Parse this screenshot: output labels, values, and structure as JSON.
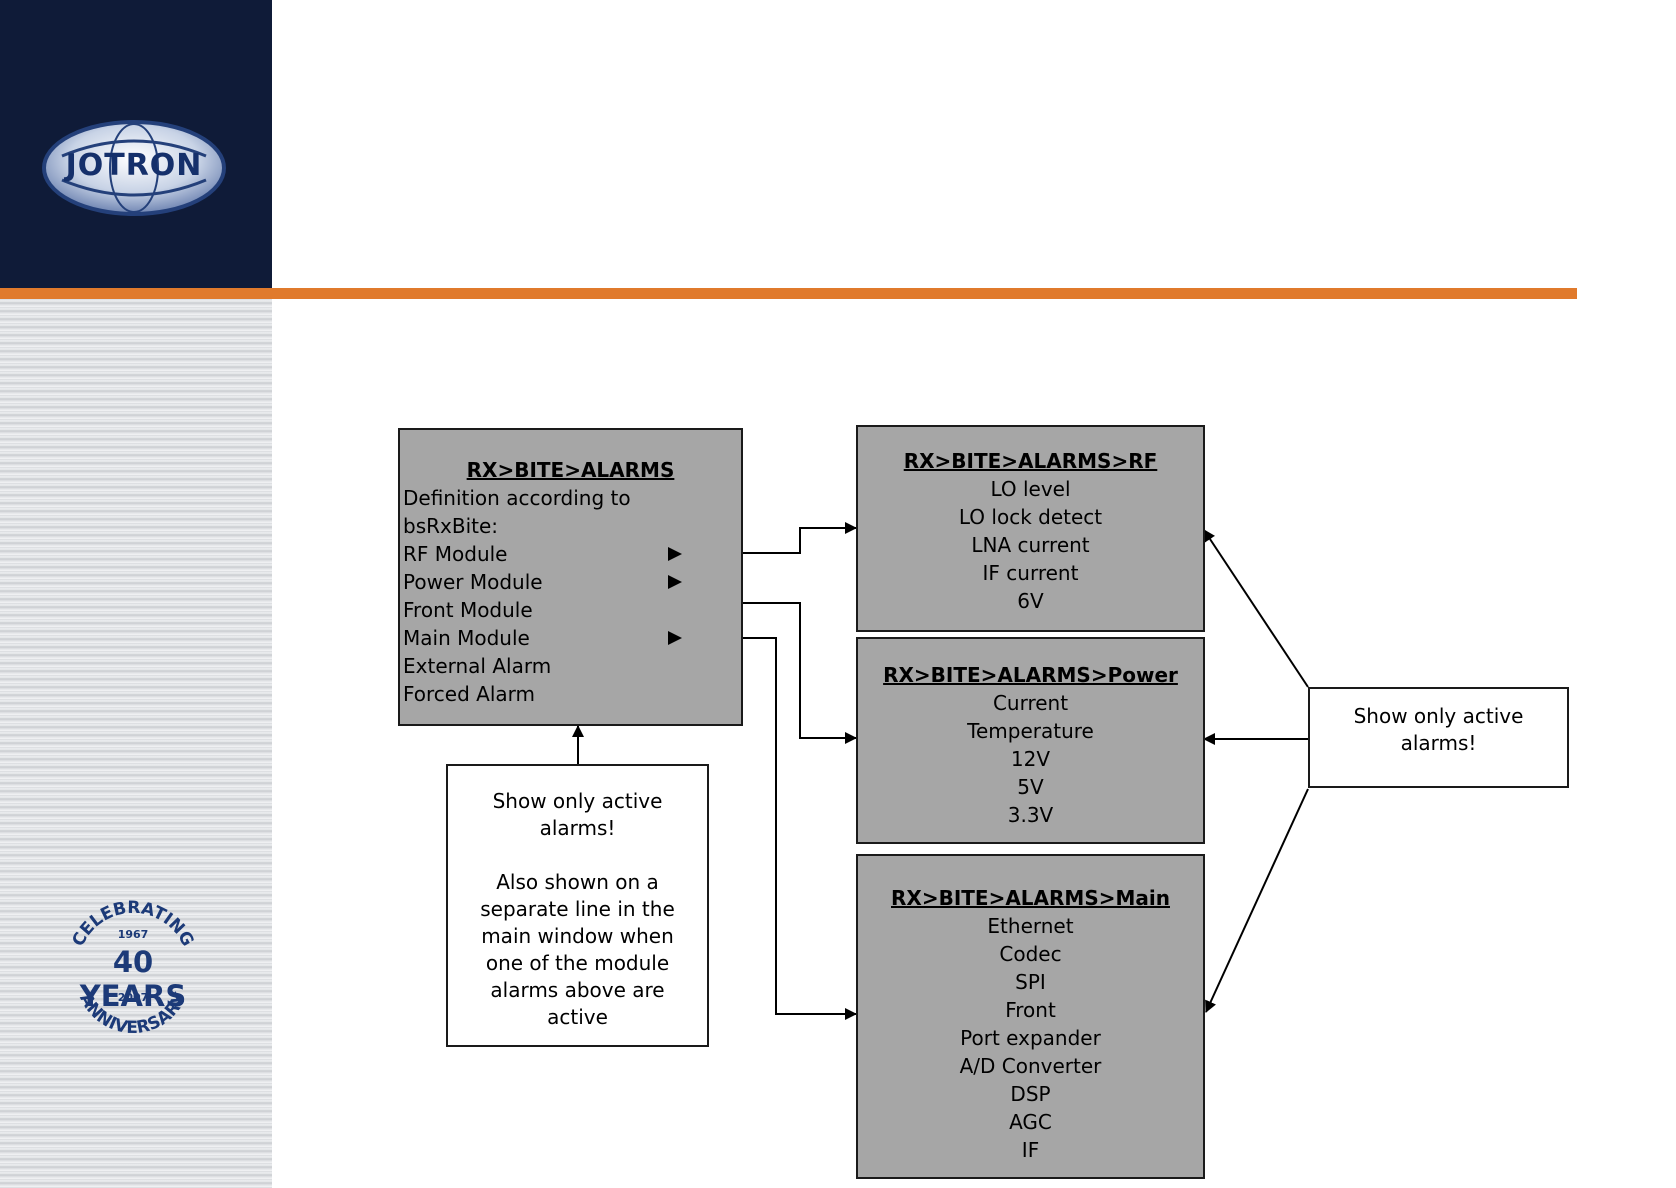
{
  "branding": {
    "logo_text": "JOTRON",
    "badge_top": "CELEBRATING",
    "badge_year1": "1967",
    "badge_main": "40 YEARS",
    "badge_year2": "2007",
    "badge_bottom": "ANNIVERSARY"
  },
  "colors": {
    "navy": "#0f1b38",
    "orange": "#e07a2c",
    "box_fill": "#a6a6a6"
  },
  "main_menu": {
    "title": "RX>BITE>ALARMS",
    "lines": [
      {
        "text": "Definition according to",
        "arrow": false
      },
      {
        "text": "bsRxBite:",
        "arrow": false
      },
      {
        "text": "RF Module",
        "arrow": true
      },
      {
        "text": "Power Module",
        "arrow": true
      },
      {
        "text": "Front Module",
        "arrow": false
      },
      {
        "text": "Main Module",
        "arrow": true
      },
      {
        "text": "External Alarm",
        "arrow": false
      },
      {
        "text": "Forced Alarm",
        "arrow": false
      }
    ]
  },
  "rf_menu": {
    "title": "RX>BITE>ALARMS>RF",
    "items": [
      "LO level",
      "LO lock detect",
      "LNA current",
      "IF current",
      "6V"
    ]
  },
  "power_menu": {
    "title": "RX>BITE>ALARMS>Power",
    "items": [
      "Current",
      "Temperature",
      "12V",
      "5V",
      "3.3V"
    ]
  },
  "main_module_menu": {
    "title": "RX>BITE>ALARMS>Main",
    "items": [
      "Ethernet",
      "Codec",
      "SPI",
      "Front",
      "Port expander",
      "A/D Converter",
      "DSP",
      "AGC",
      "IF"
    ]
  },
  "note_left": {
    "line1": "Show only active",
    "line2": "alarms!",
    "line3": "Also shown on a",
    "line4": "separate line in the",
    "line5": "main window when",
    "line6": "one of the module",
    "line7": "alarms above are",
    "line8": "active"
  },
  "note_right": {
    "line1": "Show only active",
    "line2": "alarms!"
  }
}
